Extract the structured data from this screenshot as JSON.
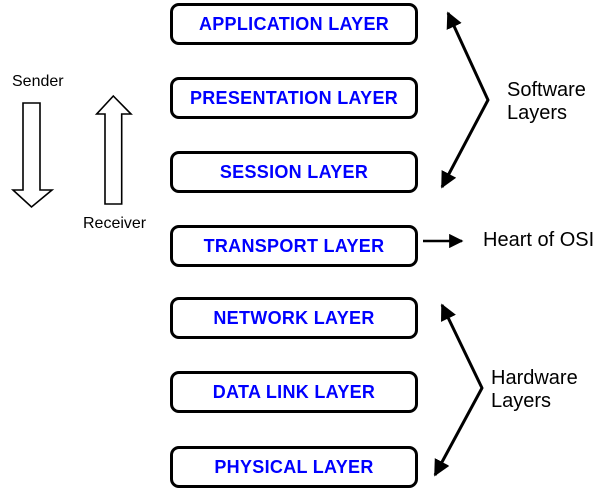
{
  "diagram": {
    "sender": {
      "label": "Sender"
    },
    "receiver": {
      "label": "Receiver"
    },
    "layers": [
      {
        "id": "application",
        "label": "APPLICATION LAYER"
      },
      {
        "id": "presentation",
        "label": "PRESENTATION LAYER"
      },
      {
        "id": "session",
        "label": "SESSION LAYER"
      },
      {
        "id": "transport",
        "label": "TRANSPORT LAYER"
      },
      {
        "id": "network",
        "label": "NETWORK LAYER"
      },
      {
        "id": "datalink",
        "label": "DATA LINK LAYER"
      },
      {
        "id": "physical",
        "label": "PHYSICAL LAYER"
      }
    ],
    "groups": {
      "software": {
        "line1": "Software",
        "line2": "Layers"
      },
      "hardware": {
        "line1": "Hardware",
        "line2": "Layers"
      }
    },
    "notes": {
      "transport": "Heart of OSI"
    },
    "colors": {
      "layer_label": "#0000FF",
      "line": "#000000",
      "box_fill": "#FFFFFF",
      "background": "#FFFFFF"
    }
  }
}
